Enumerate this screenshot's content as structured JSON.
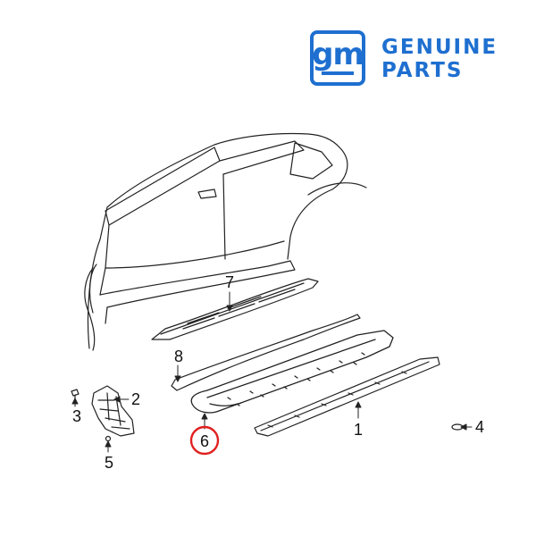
{
  "logo": {
    "badge": "gm",
    "line1": "GENUINE",
    "line2": "PARTS",
    "color": "#1e6fd0"
  },
  "callouts": [
    {
      "label": "1"
    },
    {
      "label": "2"
    },
    {
      "label": "3"
    },
    {
      "label": "4"
    },
    {
      "label": "5"
    },
    {
      "label": "6",
      "highlighted": true,
      "highlight_color": "#e0201f"
    },
    {
      "label": "7"
    },
    {
      "label": "8"
    }
  ]
}
